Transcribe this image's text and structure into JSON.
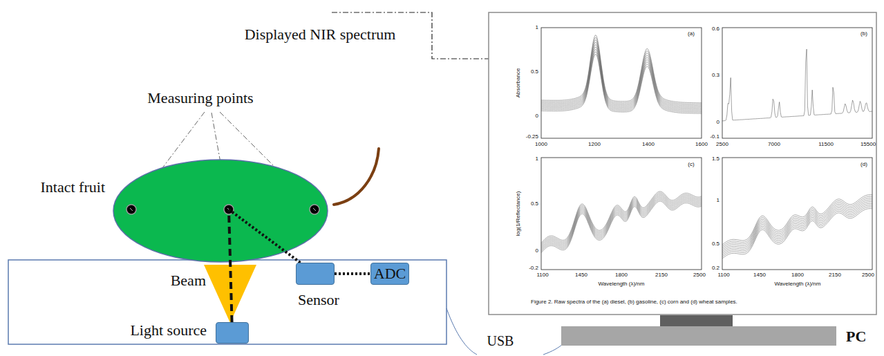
{
  "diagram": {
    "nodes": [
      {
        "text": [
          "Intact fruit"
        ]
      },
      {
        "text": [
          "Light source"
        ]
      },
      {
        "text": [
          "Beam"
        ]
      },
      {
        "text": [
          "Sensor"
        ]
      },
      {
        "text": [
          "ADC"
        ]
      },
      {
        "text": [
          "PC"
        ]
      }
    ],
    "edges": [
      {
        "from": 1,
        "to": 0,
        "arrow": "none"
      },
      {
        "from": 0,
        "to": 3,
        "arrow": "none"
      },
      {
        "from": 3,
        "to": 4,
        "arrow": "none"
      }
    ],
    "labels": [
      "Measuring points",
      "Displayed NIR spectrum",
      "USB",
      "Absorbance",
      "1",
      "0.5",
      "0",
      "-0.25",
      "1000",
      "1200",
      "1400",
      "1600",
      "(a)",
      "0.6",
      "0.3",
      "0",
      "-0.1",
      "2500",
      "7000",
      "11500",
      "15500",
      "(b)",
      "log(1/Reflectance)",
      "1",
      "0.5",
      "0",
      "-0.2",
      "1100",
      "1450",
      "1800",
      "2150",
      "2500",
      "Wavelength (λ)/nm",
      "(c)",
      "1.5",
      "1",
      "0.5",
      "0.2",
      "1100",
      "1450",
      "1800",
      "2150",
      "2500",
      "Wavelength (λ)/nm",
      "(d)",
      "Figure 2. Raw spectra of the (a) diesel, (b) gasoline, (c) corn and (d) wheat samples."
    ]
  }
}
